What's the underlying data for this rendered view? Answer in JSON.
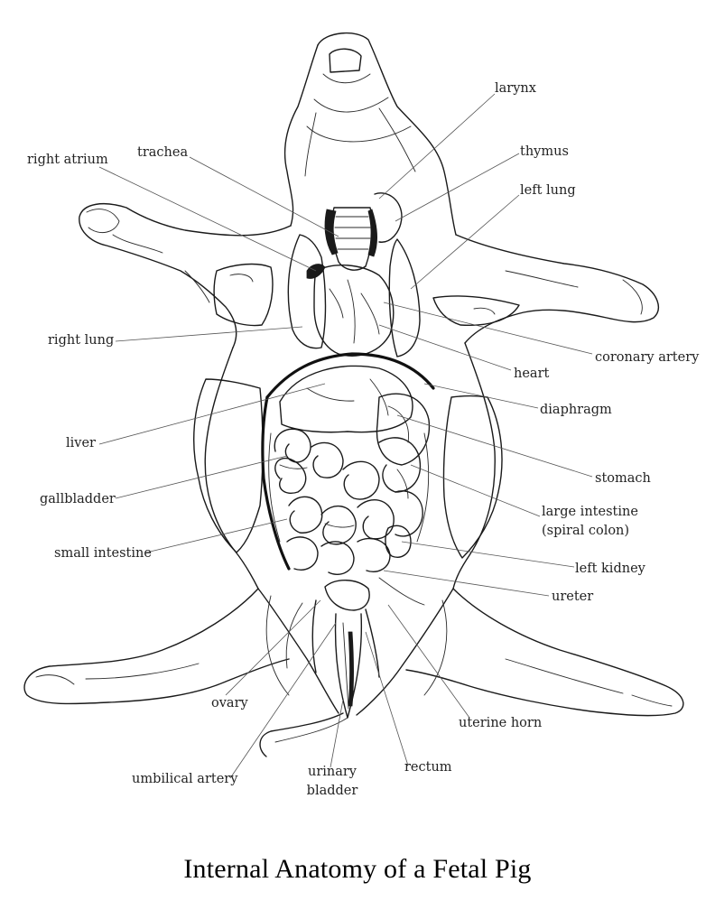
{
  "title": "Internal Anatomy of a Fetal Pig",
  "labels": {
    "larynx": "larynx",
    "thymus": "thymus",
    "left_lung": "left lung",
    "trachea": "trachea",
    "right_atrium": "right atrium",
    "right_lung": "right lung",
    "coronary_artery": "coronary artery",
    "heart": "heart",
    "diaphragm": "diaphragm",
    "liver": "liver",
    "stomach": "stomach",
    "gallbladder": "gallbladder",
    "large_intestine_1": "large intestine",
    "large_intestine_2": "(spiral colon)",
    "small_intestine": "small intestine",
    "left_kidney": "left kidney",
    "ureter": "ureter",
    "ovary": "ovary",
    "uterine_horn": "uterine horn",
    "umbilical_artery": "umbilical artery",
    "urinary_bladder_1": "urinary",
    "urinary_bladder_2": "bladder",
    "rectum": "rectum"
  }
}
